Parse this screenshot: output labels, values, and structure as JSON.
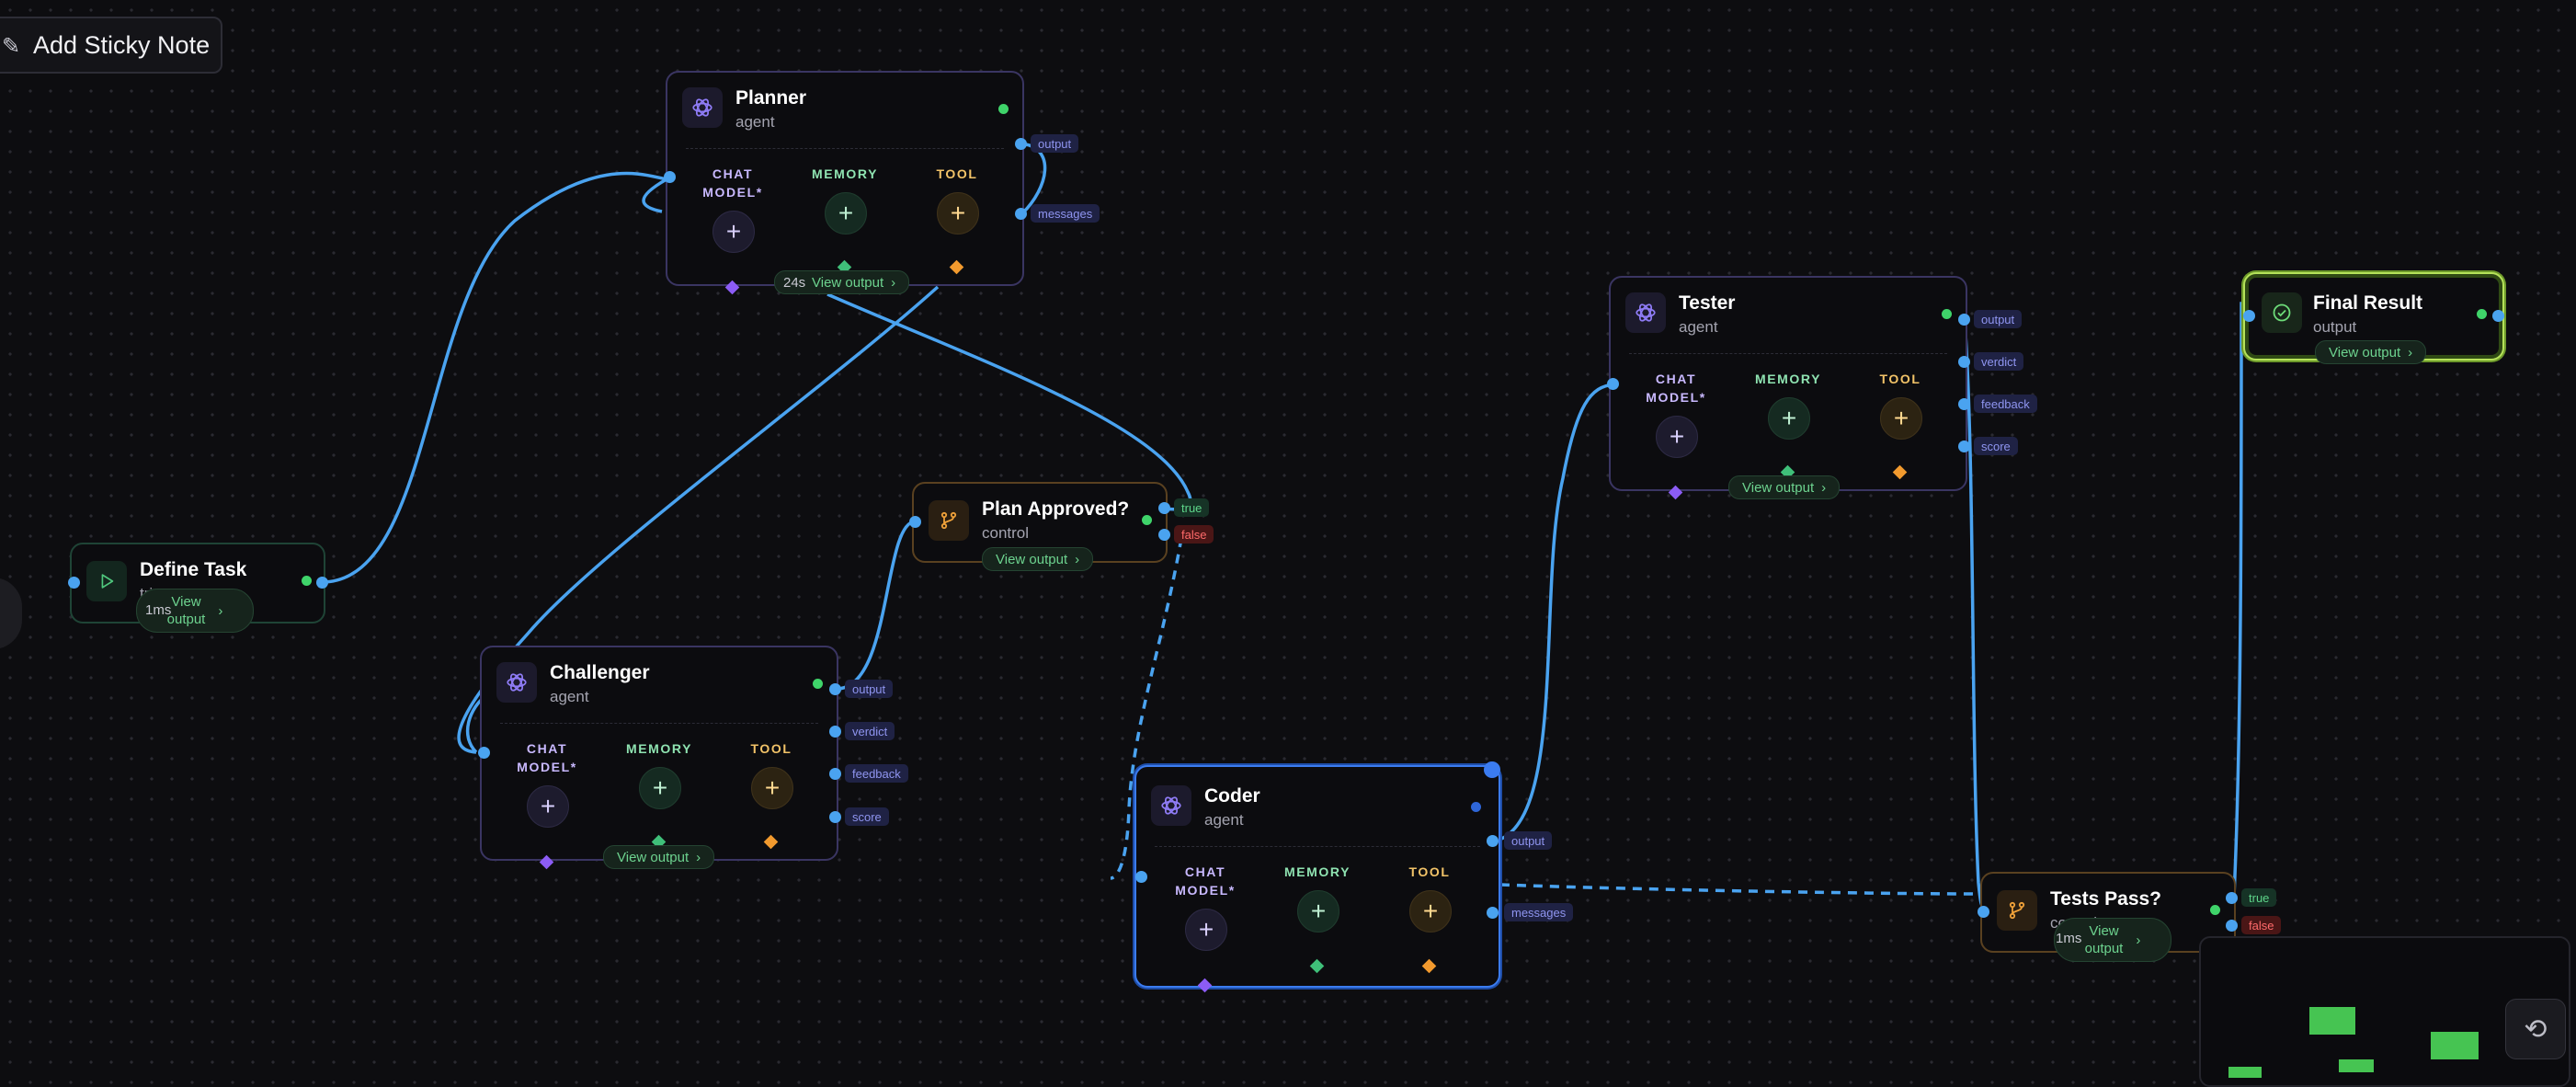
{
  "toolbar": {
    "add_sticky_label": "Add Sticky Note"
  },
  "colors": {
    "edge": "#4aa3f0",
    "canvas_bg": "#0d0d10",
    "selected": "#3b7cf0",
    "status_ok": "#3fd46a"
  },
  "slot_labels": {
    "chat_line1": "CHAT",
    "chat_line2": "MODEL*",
    "memory": "MEMORY",
    "tool": "TOOL",
    "add": "+"
  },
  "nodes": {
    "planner": {
      "title": "Planner",
      "type": "agent",
      "icon": "openai-agent-icon",
      "time": "24s",
      "view_output": "View output"
    },
    "tester": {
      "title": "Tester",
      "type": "agent",
      "icon": "openai-agent-icon",
      "view_output": "View output"
    },
    "final": {
      "title": "Final Result",
      "type": "output",
      "icon": "check-circle-icon",
      "view_output": "View output"
    },
    "approved": {
      "title": "Plan Approved?",
      "type": "control",
      "icon": "git-branch-icon",
      "view_output": "View output"
    },
    "define": {
      "title": "Define Task",
      "type": "trigger",
      "icon": "play-icon",
      "time": "1ms",
      "view_line1": "View",
      "view_line2": "output"
    },
    "challenger": {
      "title": "Challenger",
      "type": "agent",
      "icon": "openai-agent-icon",
      "view_output": "View output"
    },
    "coder": {
      "title": "Coder",
      "type": "agent",
      "icon": "openai-agent-icon"
    },
    "tests": {
      "title": "Tests Pass?",
      "type": "control",
      "icon": "git-branch-icon",
      "time": "1ms",
      "view_line1": "View",
      "view_line2": "output"
    }
  },
  "ports": {
    "output": "output",
    "messages": "messages",
    "verdict": "verdict",
    "feedback": "feedback",
    "score": "score",
    "true": "true",
    "false": "false"
  },
  "minimap": {
    "reset_icon": "refresh-icon"
  }
}
